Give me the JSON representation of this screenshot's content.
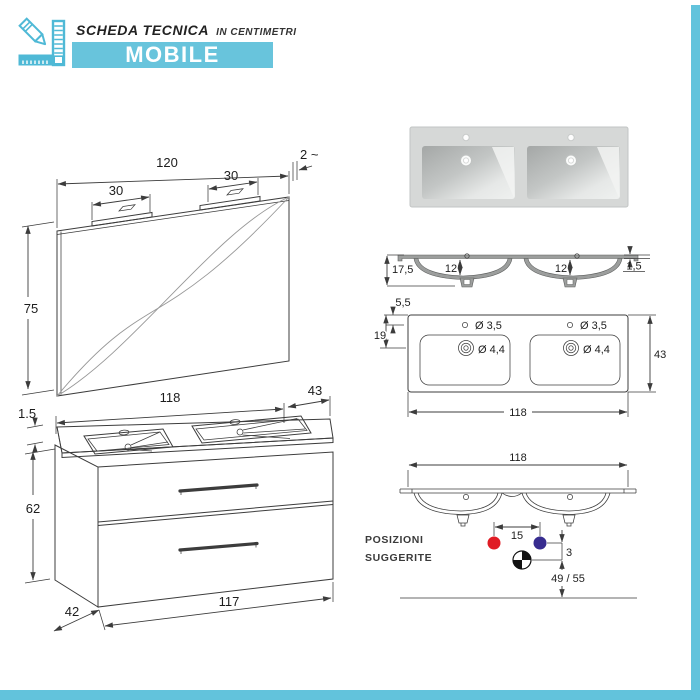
{
  "colors": {
    "accent_teal": "#62c3dc",
    "banner_teal": "#68c4dc",
    "hot_red": "#e01b24",
    "cold_blue": "#372c8f"
  },
  "header": {
    "logo_icon": "pencil-ruler-icon",
    "title": "SCHEDA TECNICA",
    "subtitle": "IN CENTIMETRI",
    "banner": "MOBILE"
  },
  "mirror_drawing": {
    "width": "120",
    "left_light_width": "30",
    "right_light_width": "30",
    "thickness": "2 ~",
    "height": "75"
  },
  "vanity_drawing": {
    "top_width": "118",
    "top_depth": "43",
    "top_thickness": "1.5",
    "body_height": "62",
    "bottom_depth": "42",
    "bottom_width": "117"
  },
  "basin_section": {
    "total_depth": "17,5",
    "left_bowl_depth": "12",
    "right_bowl_depth": "12",
    "edge_thickness": "1,5"
  },
  "basin_plan": {
    "tap_hole_offset": "5,5",
    "drain_offset": "19",
    "left_tap_hole": "Ø 3,5",
    "right_tap_hole": "Ø 3,5",
    "left_drain_hole": "Ø 4,4",
    "right_drain_hole": "Ø 4,4",
    "depth": "43",
    "width": "118"
  },
  "connections": {
    "width": "118",
    "dot_spacing": "15",
    "dot_drop": "3",
    "floor_distance": "49 / 55",
    "caption_line1": "POSIZIONI",
    "caption_line2": "SUGGERITE"
  }
}
